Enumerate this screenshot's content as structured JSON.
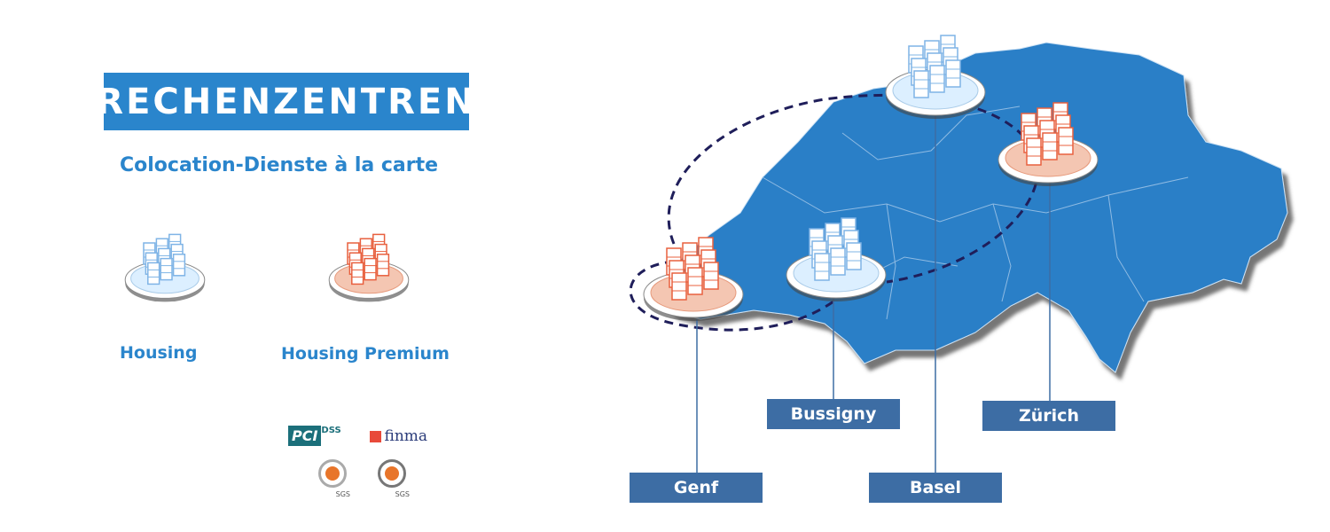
{
  "header": {
    "title": "RECHENZENTREN",
    "subtitle": "Colocation-Dienste à la carte"
  },
  "legend": [
    {
      "label": "Housing",
      "color": "#dcefff"
    },
    {
      "label": "Housing Premium",
      "color": "#f6c8b4"
    }
  ],
  "certifications": {
    "pci": "PCI",
    "pci_dss": "DSS",
    "finma": "finma",
    "sgs_1": "SGS",
    "sgs_2": "SGS"
  },
  "locations": [
    {
      "name": "Genf",
      "type": "Housing Premium"
    },
    {
      "name": "Bussigny",
      "type": "Housing"
    },
    {
      "name": "Basel",
      "type": "Housing"
    },
    {
      "name": "Zürich",
      "type": "Housing Premium"
    }
  ],
  "colors": {
    "brand": "#2a85cc",
    "map": "#2a7fc7",
    "label_bg": "#3d6da4",
    "route": "#1f1e5a"
  }
}
